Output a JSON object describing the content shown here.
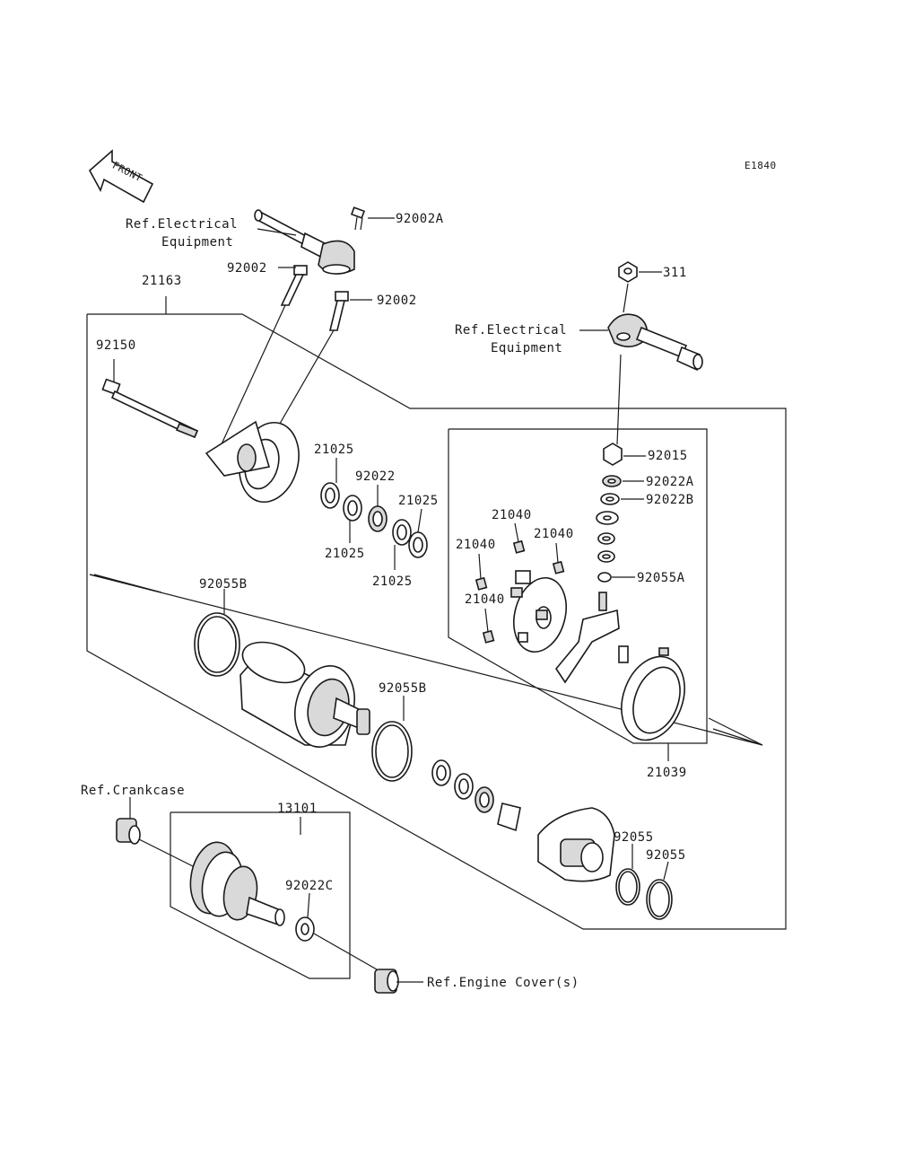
{
  "diagram_code": "E1840",
  "front_label": "FRONT",
  "labels": {
    "p92002A": "92002A",
    "ref_elec_left_1": "Ref.Electrical",
    "ref_elec_left_2": "Equipment",
    "p92002_a": "92002",
    "p92002_b": "92002",
    "p21163": "21163",
    "p92150": "92150",
    "p311": "311",
    "ref_elec_right_1": "Ref.Electrical",
    "ref_elec_right_2": "Equipment",
    "p92015": "92015",
    "p92022A": "92022A",
    "p92022B": "92022B",
    "p92055A": "92055A",
    "p21025_a": "21025",
    "p92022": "92022",
    "p21025_b": "21025",
    "p21025_c": "21025",
    "p21025_d": "21025",
    "p21040_a": "21040",
    "p21040_b": "21040",
    "p21040_c": "21040",
    "p21040_d": "21040",
    "p92055B_a": "92055B",
    "p92055B_b": "92055B",
    "p21039": "21039",
    "ref_crankcase": "Ref.Crankcase",
    "p13101": "13101",
    "p92022C": "92022C",
    "p92055_a": "92055",
    "p92055_b": "92055",
    "ref_engine_cover": "Ref.Engine Cover(s)"
  }
}
